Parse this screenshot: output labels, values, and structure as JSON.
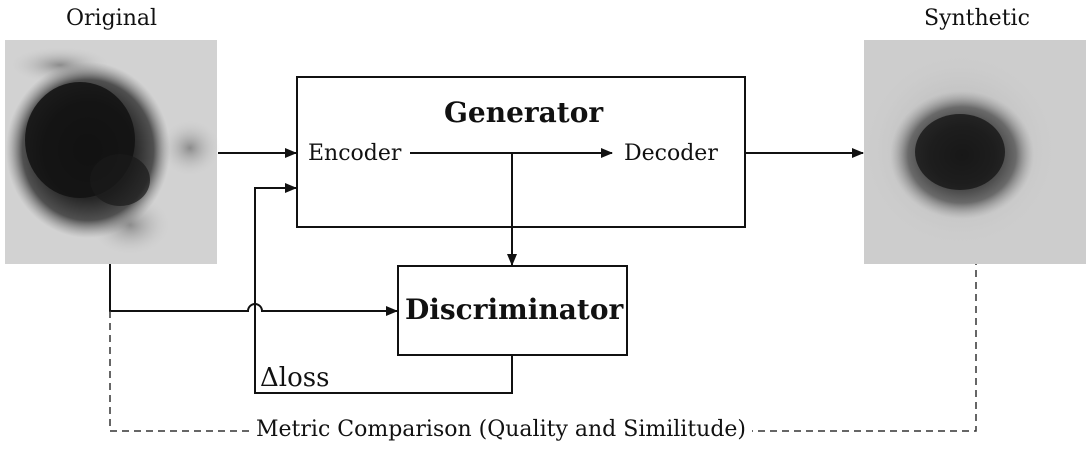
{
  "images": {
    "original_label": "Original",
    "synthetic_label": "Synthetic"
  },
  "generator": {
    "title": "Generator",
    "encoder": "Encoder",
    "decoder": "Decoder"
  },
  "discriminator": {
    "title": "Discriminator"
  },
  "loss_label": "Δloss",
  "comparison_label": "Metric Comparison (Quality and Similitude)"
}
